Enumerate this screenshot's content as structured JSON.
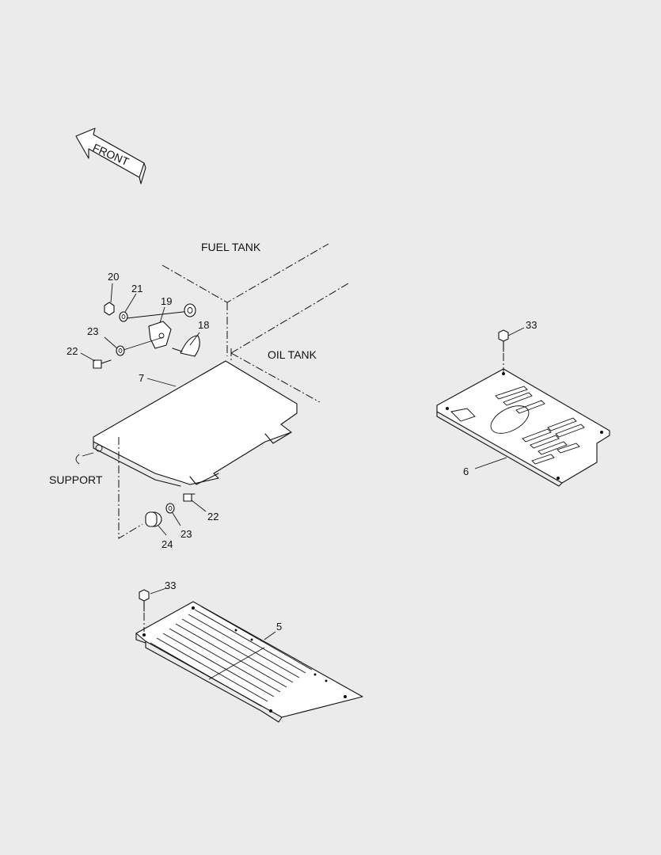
{
  "diagram": {
    "front_arrow": "FRONT",
    "labels": {
      "fuel_tank": "FUEL TANK",
      "oil_tank": "OIL TANK",
      "support": "SUPPORT"
    },
    "callouts": {
      "c20": "20",
      "c21": "21",
      "c19": "19",
      "c18": "18",
      "c23a": "23",
      "c22a": "22",
      "c7": "7",
      "c22b": "22",
      "c23b": "23",
      "c24": "24",
      "c33a": "33",
      "c6": "6",
      "c33b": "33",
      "c5": "5"
    }
  },
  "colors": {
    "background": "#ebebeb",
    "line": "#111111"
  }
}
